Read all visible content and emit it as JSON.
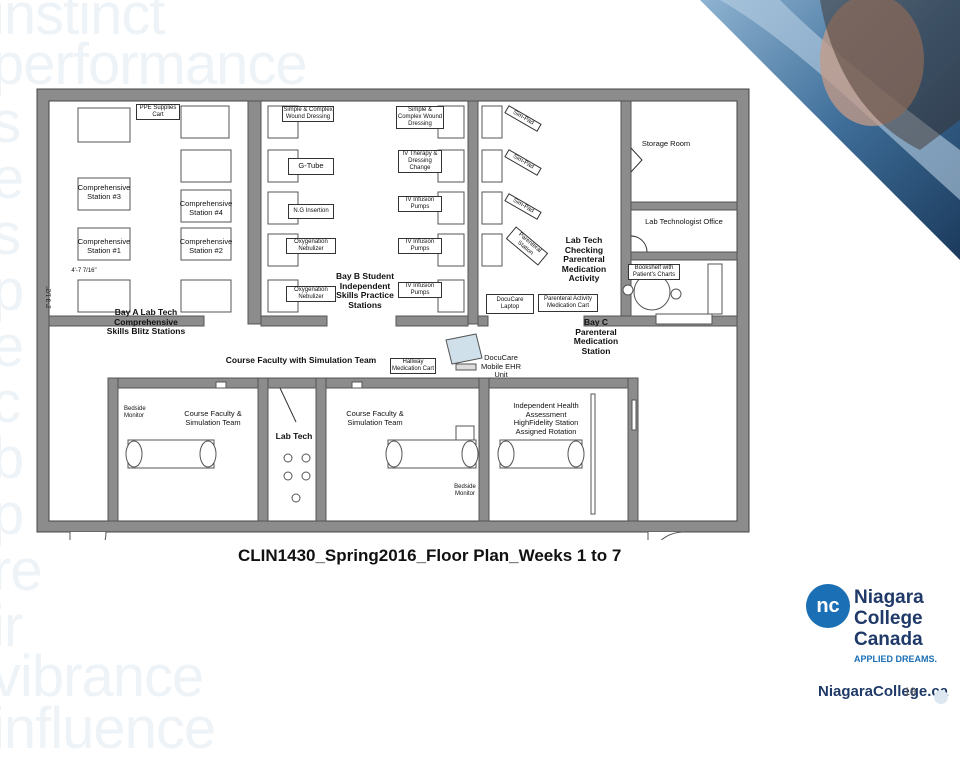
{
  "background_words": [
    "instinct",
    "performance",
    "s",
    "e",
    "s",
    "p",
    "e",
    "c",
    "b",
    "p",
    "re",
    "ir",
    "vibrance",
    "influence"
  ],
  "floor_plan": {
    "bay_a": {
      "ppe_cart": "PPE Supplies Cart",
      "comp3": "Comprehensive Station #3",
      "comp4": "Comprehensive Station #4",
      "comp1": "Comprehensive Station #1",
      "comp2": "Comprehensive Station #2",
      "dim1": "4'-7 7/16\"",
      "dim2": "2'-3 1/2\"",
      "label": "Bay A Lab Tech Comprehensive Skills Blitz Stations"
    },
    "bay_b": {
      "wound1": "Simple & Complex Wound Dressing",
      "gtube": "G-Tube",
      "ng": "N.G Insertion",
      "oxy1": "Oxygenation Nebulizer",
      "oxy2": "Oxygenation Nebulizer",
      "wound2": "Simple & Complex Wound Dressing",
      "iv_therapy": "IV Therapy & Dressing Change",
      "iv1": "IV Infusion Pumps",
      "iv2": "IV Infusion Pumps",
      "iv3": "IV Infusion Pumps",
      "label": "Bay B Student Independent Skills Practice Stations"
    },
    "bay_c": {
      "simpad1": "Sim-Pad",
      "simpad2": "Sim-Pad",
      "simpad3": "Sim-Pad",
      "parenteral": "Parenteral Station",
      "labtech": "Lab Tech Checking Parenteral Medication Activity",
      "docucare_laptop": "DocuCare Laptop",
      "med_cart": "Parenteral Activity Medication Cart",
      "label": "Bay C Parenteral Medication Station"
    },
    "storage": "Storage Room",
    "lab_office": "Lab Technologist Office",
    "bookshelf": "Bookshelf with Patient's Charts",
    "course_faculty_team": "Course Faculty with Simulation Team",
    "hallway_cart": "Hallway Medication Cart",
    "docucare_mobile": "DocuCare Mobile EHR Unit",
    "room1": "Course Faculty & Simulation Team",
    "lab_tech": "Lab Tech",
    "room2": "Course Faculty & Simulation Team",
    "room3": "Independent Health Assessment HighFidelity Station Assigned Rotation",
    "bedside1": "Bedside Monitor",
    "bedside2": "Bedside Monitor"
  },
  "caption": "CLIN1430_Spring2016_Floor Plan_Weeks 1 to 7",
  "logo": {
    "mark": "nc",
    "line1": "Niagara",
    "line2": "College",
    "line3": "Canada",
    "slogan": "APPLIED DREAMS."
  },
  "url": "NiagaraCollege.ca",
  "page_number": "19",
  "colors": {
    "brand_blue": "#1a6fb5",
    "brand_navy": "#1f3a68",
    "wall": "#8c8c8c"
  }
}
